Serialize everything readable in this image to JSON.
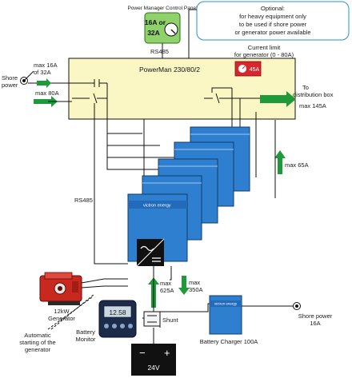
{
  "control_panel": {
    "title": "Power Manager Control Panel",
    "value_line1": "16A or",
    "value_line2": "32A"
  },
  "optional_note": {
    "line1": "Optional:",
    "line2": "for heavy equipment only",
    "line3": "to be used if shore power",
    "line4": "or generator power available"
  },
  "current_limit": {
    "line1": "Current limit",
    "line2": "for generator (0 - 80A)",
    "display_value": "45A"
  },
  "rs485_top": "RS485",
  "rs485_side": "RS485",
  "powerman": {
    "title": "PowerMan 230/80/2"
  },
  "shore_power_left": {
    "line1": "Shore",
    "line2": "power"
  },
  "max16_32": {
    "line1": "max 16A",
    "line2": "of 32A"
  },
  "max80": "max 80A",
  "distribution": {
    "line1": "To",
    "line2": "distribution box"
  },
  "max145": "max 145A",
  "max65": "max 65A",
  "inverter": {
    "brand": "victron energy"
  },
  "max625": {
    "line1": "max",
    "line2": "625A"
  },
  "max350": {
    "line1": "max",
    "line2": "350A"
  },
  "generator": {
    "line1": "12kW",
    "line2": "Generator"
  },
  "auto_start": {
    "line1": "Automatic",
    "line2": "starting of the",
    "line3": "generator"
  },
  "battery_monitor": {
    "line1": "Battery",
    "line2": "Monitor",
    "display": "12.58"
  },
  "shunt": "Shunt",
  "battery": {
    "minus": "−",
    "plus": "+",
    "voltage": "24V"
  },
  "charger": {
    "label": "Battery Charger 100A",
    "brand": "victron energy"
  },
  "shore_power_right": {
    "line1": "Shore power",
    "line2": "16A"
  },
  "colors": {
    "green_arrow": "#1f9a3a",
    "powerman_fill": "#fbf7c5",
    "inverter_blue": "#2f7fd0",
    "panel_green": "#8fd16a",
    "limit_red": "#d8262d",
    "generator_red": "#c9281e"
  }
}
